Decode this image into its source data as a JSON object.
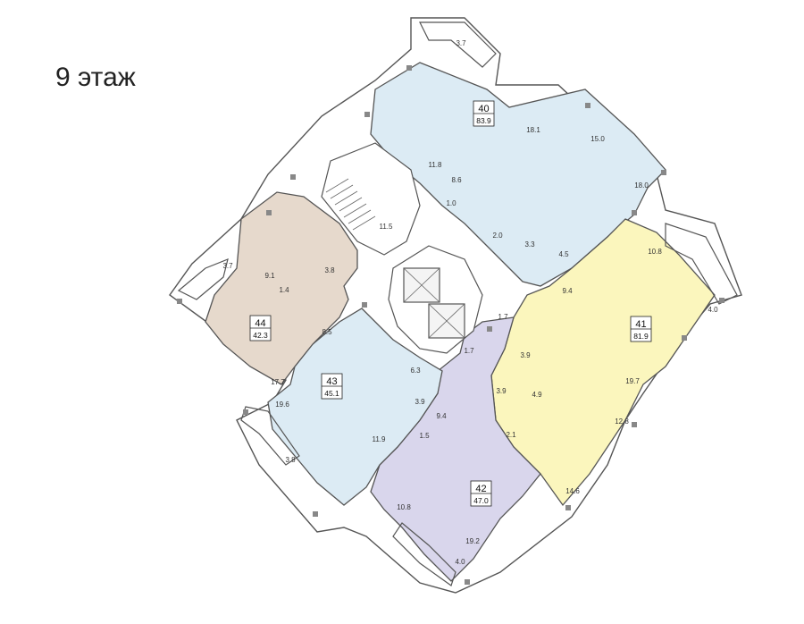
{
  "title": "9 этаж",
  "colors": {
    "apt40": "#dcebf4",
    "apt41": "#fbf6bd",
    "apt42": "#d9d6ec",
    "apt43": "#dcebf4",
    "apt44": "#e6d9cc",
    "walls": "#444444"
  },
  "apartments": [
    {
      "number": "40",
      "total_area": "83.9",
      "color": "#dcebf4"
    },
    {
      "number": "41",
      "total_area": "81.9",
      "color": "#fbf6bd"
    },
    {
      "number": "42",
      "total_area": "47.0",
      "color": "#d9d6ec"
    },
    {
      "number": "43",
      "total_area": "45.1",
      "color": "#dcebf4"
    },
    {
      "number": "44",
      "total_area": "42.3",
      "color": "#e6d9cc"
    }
  ],
  "room_areas": [
    "3.7",
    "18.1",
    "15.0",
    "18.0",
    "11.8",
    "8.6",
    "1.0",
    "2.0",
    "3.3",
    "4.5",
    "11.5",
    "10.8",
    "4.0",
    "9.4",
    "1.7",
    "3.9",
    "4.9",
    "19.7",
    "12.8",
    "2.1",
    "14.6",
    "1.7",
    "3.9",
    "10.8",
    "19.2",
    "4.0",
    "6.3",
    "3.9",
    "9.4",
    "1.5",
    "11.9",
    "19.6",
    "3.8",
    "3.7",
    "9.1",
    "1.4",
    "3.8",
    "8.5",
    "17.7"
  ]
}
